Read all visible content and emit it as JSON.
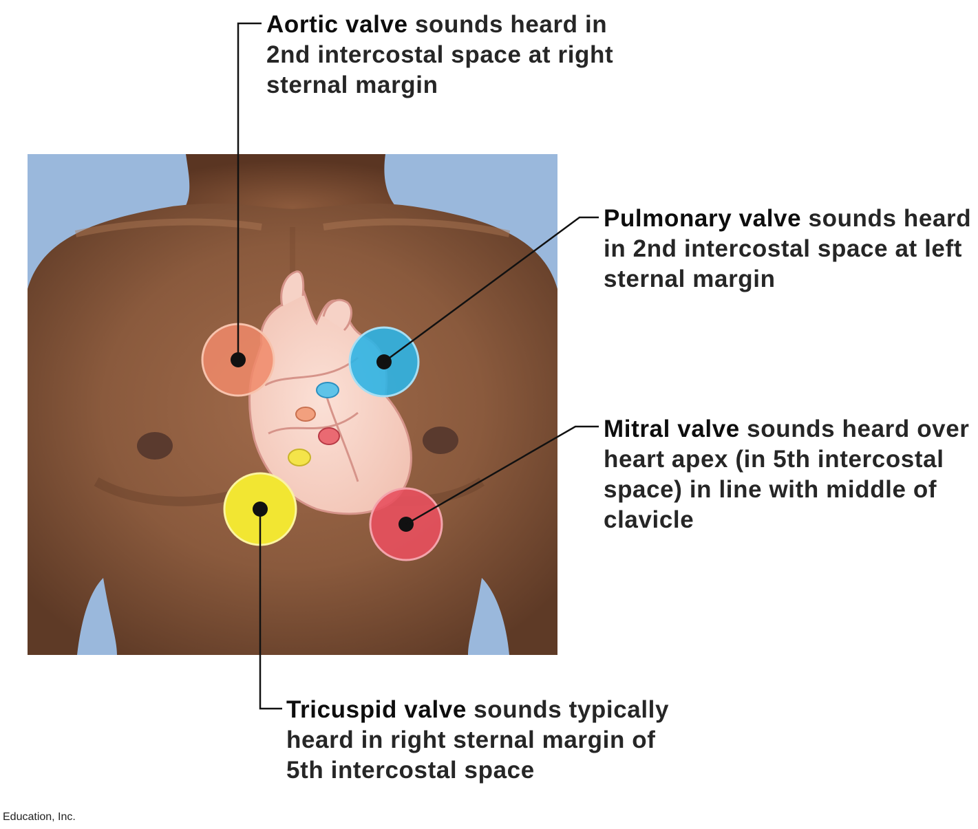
{
  "labels": {
    "aortic": {
      "lead": "Aortic valve",
      "rest": " sounds heard in 2nd intercostal space at right sternal margin",
      "color": "#f08a6a"
    },
    "pulmonary": {
      "lead": "Pulmonary valve",
      "rest": " sounds heard in 2nd intercostal space at left sternal margin",
      "color": "#2fb4e4"
    },
    "mitral": {
      "lead": "Mitral valve",
      "rest": " sounds heard over heart apex (in 5th intercostal space) in line with middle of clavicle",
      "color": "#e8505e"
    },
    "tricuspid": {
      "lead": "Tricuspid valve",
      "rest": " sounds typically heard in right sternal margin of 5th intercostal space",
      "color": "#f2e632"
    }
  },
  "credit": "Education, Inc.",
  "colors": {
    "background_panel": "#9ab8dc",
    "skin": "#8a5a3e",
    "heart": "#f6d2c6"
  }
}
